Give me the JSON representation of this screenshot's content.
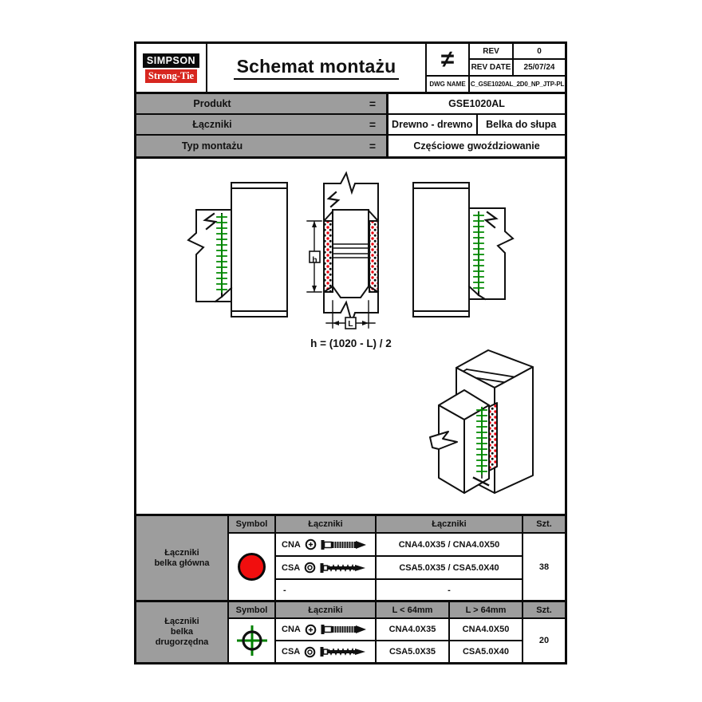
{
  "header": {
    "logo_line1": "SIMPSON",
    "logo_line2": "Strong-Tie",
    "title": "Schemat montażu",
    "projection_symbol": "≠",
    "rev": {
      "label": "REV",
      "value": "0"
    },
    "rev_date": {
      "label": "REV DATE",
      "value": "25/07/24"
    },
    "dwg": {
      "label": "DWG NAME",
      "value": "C_GSE1020AL_2D0_NP_JTP-PL"
    }
  },
  "product": {
    "produkt": {
      "label": "Produkt",
      "eq": "=",
      "value": "GSE1020AL"
    },
    "laczniki": {
      "label": "Łączniki",
      "eq": "=",
      "value1": "Drewno - drewno",
      "value2": "Belka do słupa"
    },
    "montaz": {
      "label": "Typ montażu",
      "eq": "=",
      "value": "Częściowe gwoździowanie"
    }
  },
  "drawing": {
    "formula": "h = (1020 - L) / 2",
    "dim_h": "h",
    "dim_l": "L"
  },
  "table_main": {
    "label_line1": "Łączniki",
    "label_line2": "belka główna",
    "headers": [
      "Symbol",
      "Łączniki",
      "Łączniki",
      "Szt."
    ],
    "symbol": "red-filled-circle",
    "rows": [
      {
        "code": "CNA",
        "value": "CNA4.0X35 / CNA4.0X50"
      },
      {
        "code": "CSA",
        "value": "CSA5.0X35 / CSA5.0X40"
      },
      {
        "code": "-",
        "value": "-"
      }
    ],
    "qty": "38"
  },
  "table_secondary": {
    "label_line1": "Łączniki",
    "label_line2": "belka",
    "label_line3": "drugorzędna",
    "headers": [
      "Symbol",
      "Łączniki",
      "L < 64mm",
      "L > 64mm",
      "Szt."
    ],
    "symbol": "green-crosshair-circle",
    "rows": [
      {
        "code": "CNA",
        "value_short": "CNA4.0X35",
        "value_long": "CNA4.0X50"
      },
      {
        "code": "CSA",
        "value_short": "CSA5.0X35",
        "value_long": "CSA5.0X40"
      }
    ],
    "qty": "20"
  },
  "colors": {
    "brand_red": "#d7261f",
    "symbol_red": "#f10e0e",
    "nail_green": "#008a00",
    "dot_red": "#e8000d",
    "cell_gray": "#9d9d9d"
  }
}
